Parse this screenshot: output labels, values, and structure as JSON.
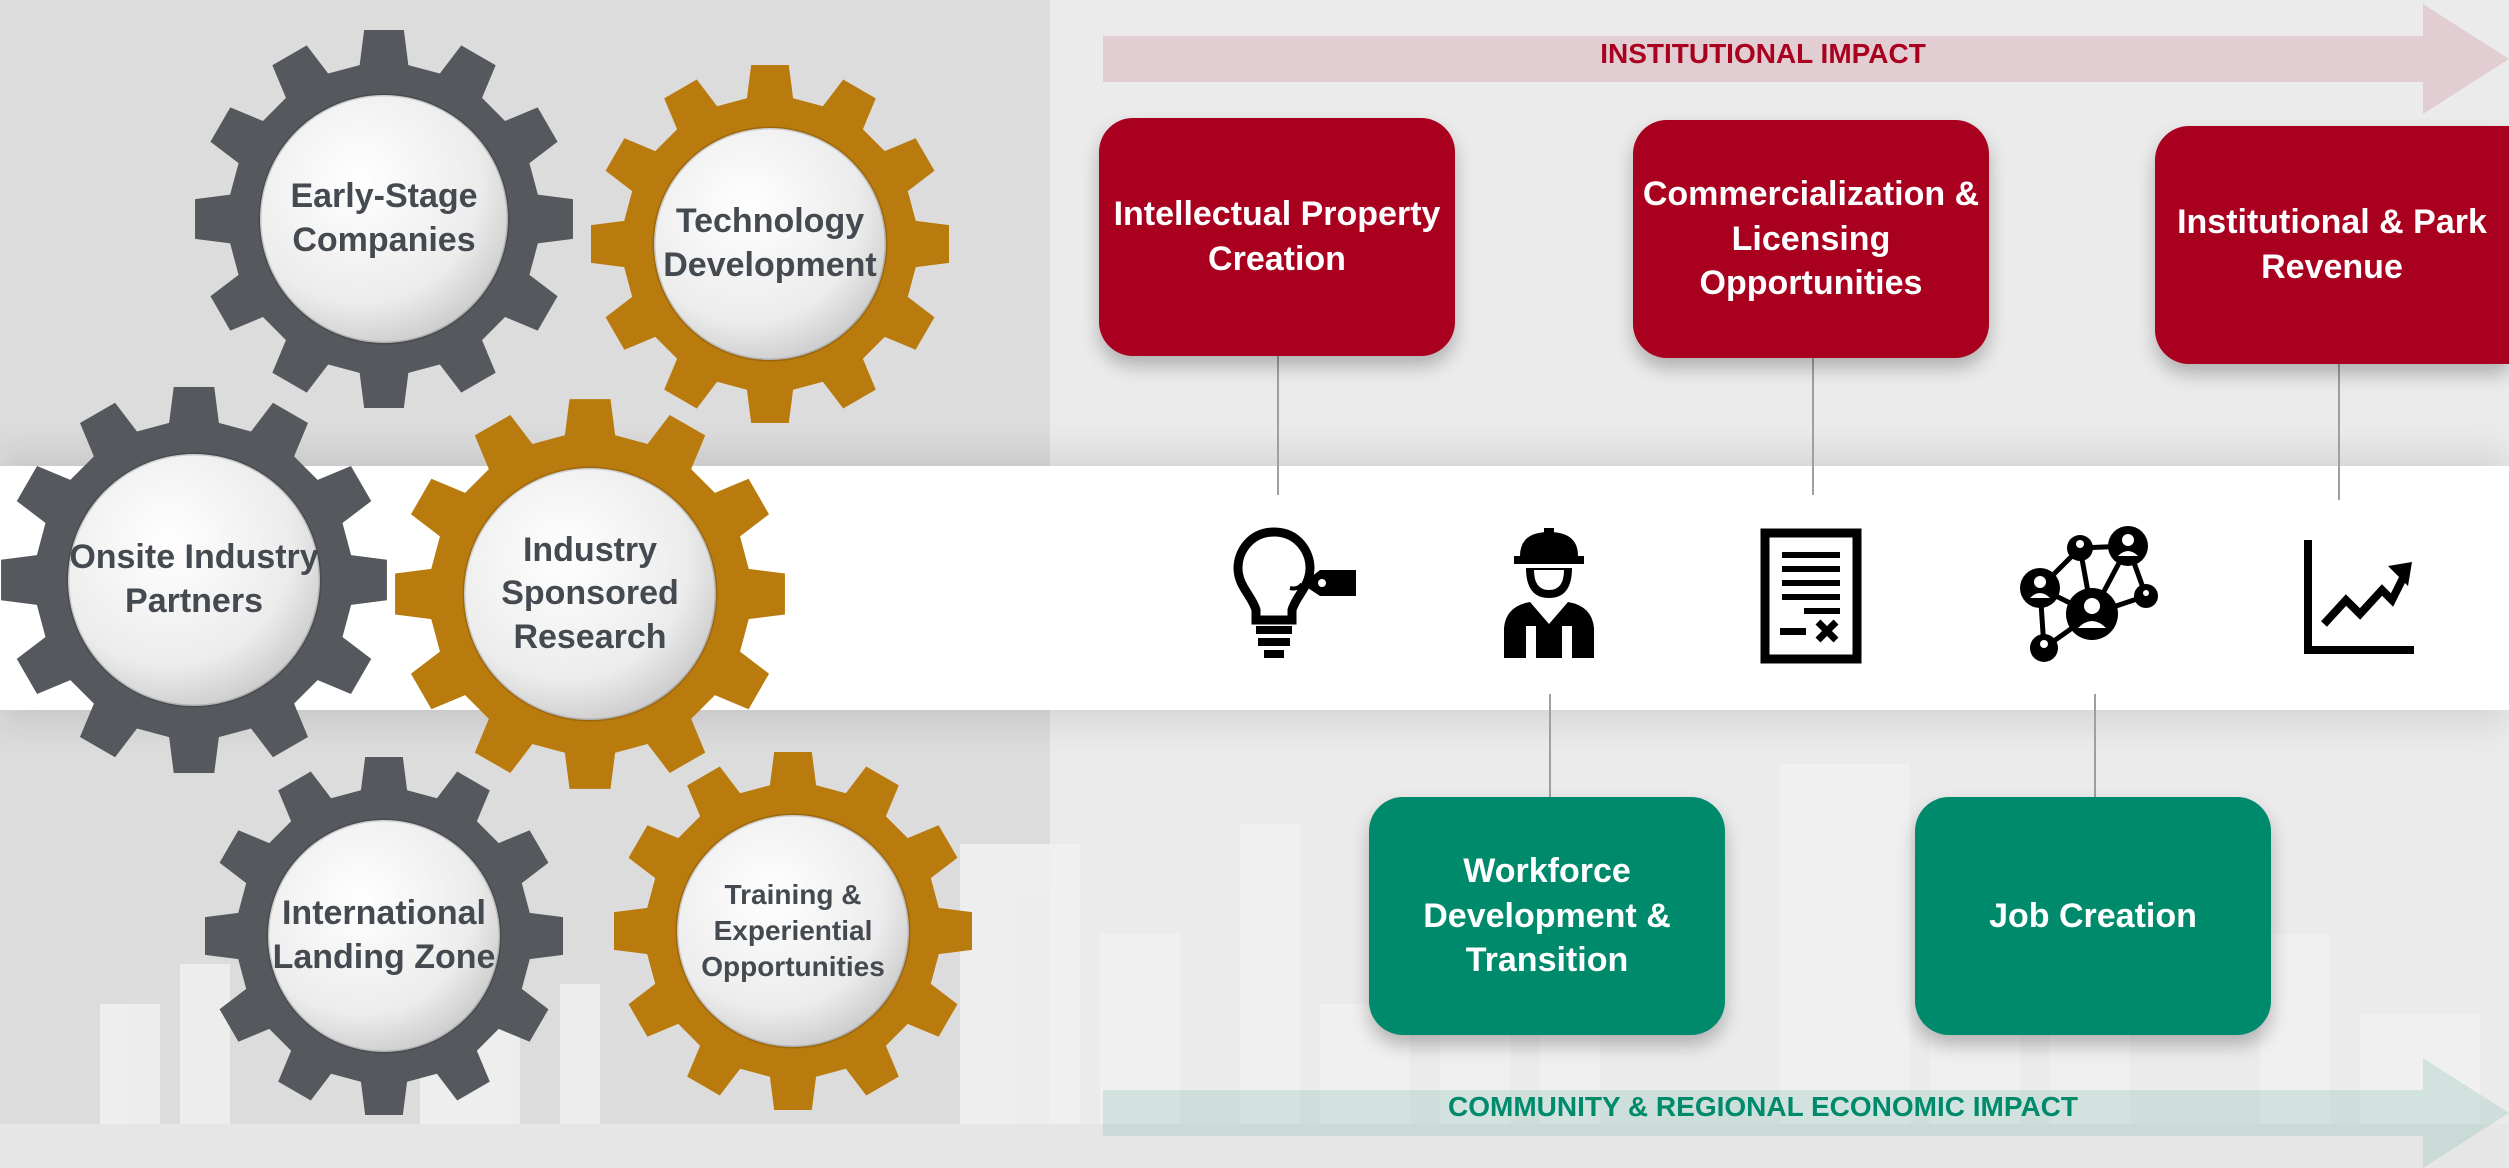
{
  "top_arrow": {
    "label": "INSTITUTIONAL IMPACT",
    "color": "#a8001e"
  },
  "bottom_arrow": {
    "label": "COMMUNITY & REGIONAL ECONOMIC IMPACT",
    "color": "#008a6c"
  },
  "gears": [
    {
      "name": "early-stage-companies",
      "label": "Early-Stage Companies",
      "color": "#55595e"
    },
    {
      "name": "technology-development",
      "label": "Technology Development",
      "color": "#b97a0e"
    },
    {
      "name": "onsite-industry-partners",
      "label": "Onsite Industry Partners",
      "color": "#55595e"
    },
    {
      "name": "industry-sponsored-research",
      "label": "Industry Sponsored Research",
      "color": "#b97a0e"
    },
    {
      "name": "international-landing-zone",
      "label": "International Landing Zone",
      "color": "#55595e"
    },
    {
      "name": "training-experiential-opportunities",
      "label": "Training & Experiential Opportunities",
      "color": "#b97a0e"
    }
  ],
  "institutional_boxes": [
    {
      "label": "Intellectual Property Creation"
    },
    {
      "label": "Commercialization & Licensing Opportunities"
    },
    {
      "label": "Institutional & Park Revenue"
    }
  ],
  "community_boxes": [
    {
      "label": "Workforce Development & Transition"
    },
    {
      "label": "Job Creation"
    }
  ],
  "icons": [
    "lightbulb-tag-icon",
    "worker-icon",
    "contract-document-icon",
    "network-people-icon",
    "growth-chart-icon"
  ]
}
